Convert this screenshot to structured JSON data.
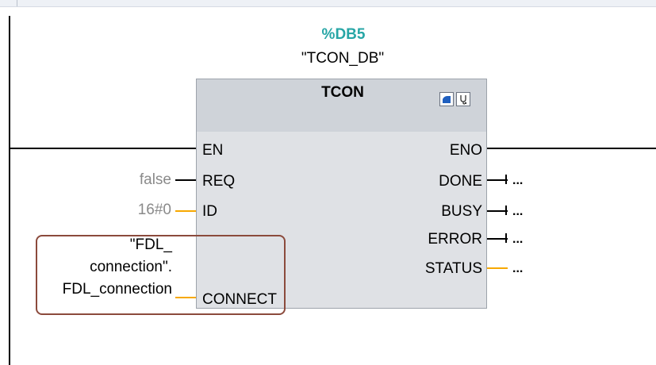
{
  "block": {
    "db_number": "%DB5",
    "db_name": "\"TCON_DB\"",
    "title": "TCON"
  },
  "pins": {
    "inputs": [
      {
        "name": "EN",
        "value": ""
      },
      {
        "name": "REQ",
        "value": "false"
      },
      {
        "name": "ID",
        "value": "16#0"
      },
      {
        "name": "CONNECT",
        "value_lines": [
          "\"FDL_",
          "connection\".",
          "FDL_connection"
        ]
      }
    ],
    "outputs": [
      {
        "name": "ENO",
        "value": ""
      },
      {
        "name": "DONE",
        "value": "..."
      },
      {
        "name": "BUSY",
        "value": "..."
      },
      {
        "name": "ERROR",
        "value": "..."
      },
      {
        "name": "STATUS",
        "value": "..."
      }
    ]
  },
  "colors": {
    "db_number": "#27a6a6",
    "bool_wire": "#000000",
    "data_wire": "#f7a800",
    "highlight_border": "#8b4a3c",
    "block_body": "#dfe1e5"
  },
  "icons": [
    "block-icon",
    "diagnostics-icon"
  ]
}
